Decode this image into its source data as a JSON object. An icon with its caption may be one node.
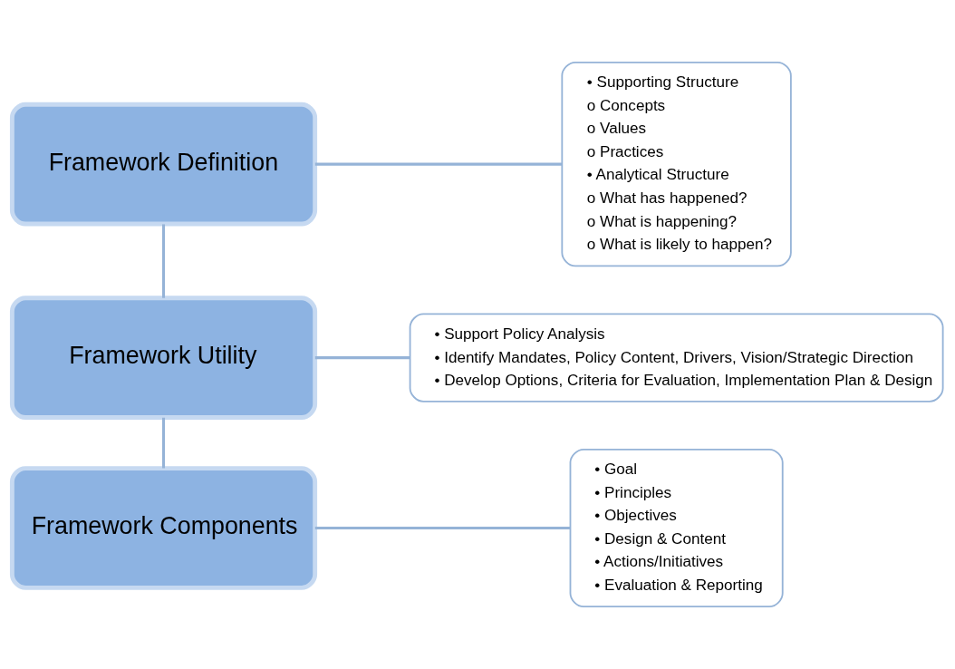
{
  "diagram": {
    "nodes": [
      {
        "text": [
          "Framework Definition"
        ]
      },
      {
        "text": [
          "Framework Utility"
        ]
      },
      {
        "text": [
          "Framework Components"
        ]
      },
      {
        "text": [
          "• Supporting Structure",
          "o Concepts",
          "o Values",
          "o Practices",
          "• Analytical Structure",
          "o What has happened?",
          "o What is happening?",
          "o What is likely to happen?"
        ]
      },
      {
        "text": [
          "• Support Policy Analysis",
          "• Identify Mandates, Policy Content, Drivers, Vision/Strategic Direction",
          "• Develop Options, Criteria for Evaluation, Implementation Plan & Design"
        ]
      },
      {
        "text": [
          "• Goal",
          "• Principles",
          "• Objectives",
          "• Design & Content",
          "• Actions/Initiatives",
          "• Evaluation & Reporting"
        ]
      }
    ],
    "edges": [
      {
        "from": 0,
        "to": 1,
        "arrow": "none"
      },
      {
        "from": 1,
        "to": 2,
        "arrow": "none"
      },
      {
        "from": 0,
        "to": 3,
        "arrow": "none"
      },
      {
        "from": 1,
        "to": 4,
        "arrow": "none"
      },
      {
        "from": 2,
        "to": 5,
        "arrow": "none"
      }
    ]
  }
}
